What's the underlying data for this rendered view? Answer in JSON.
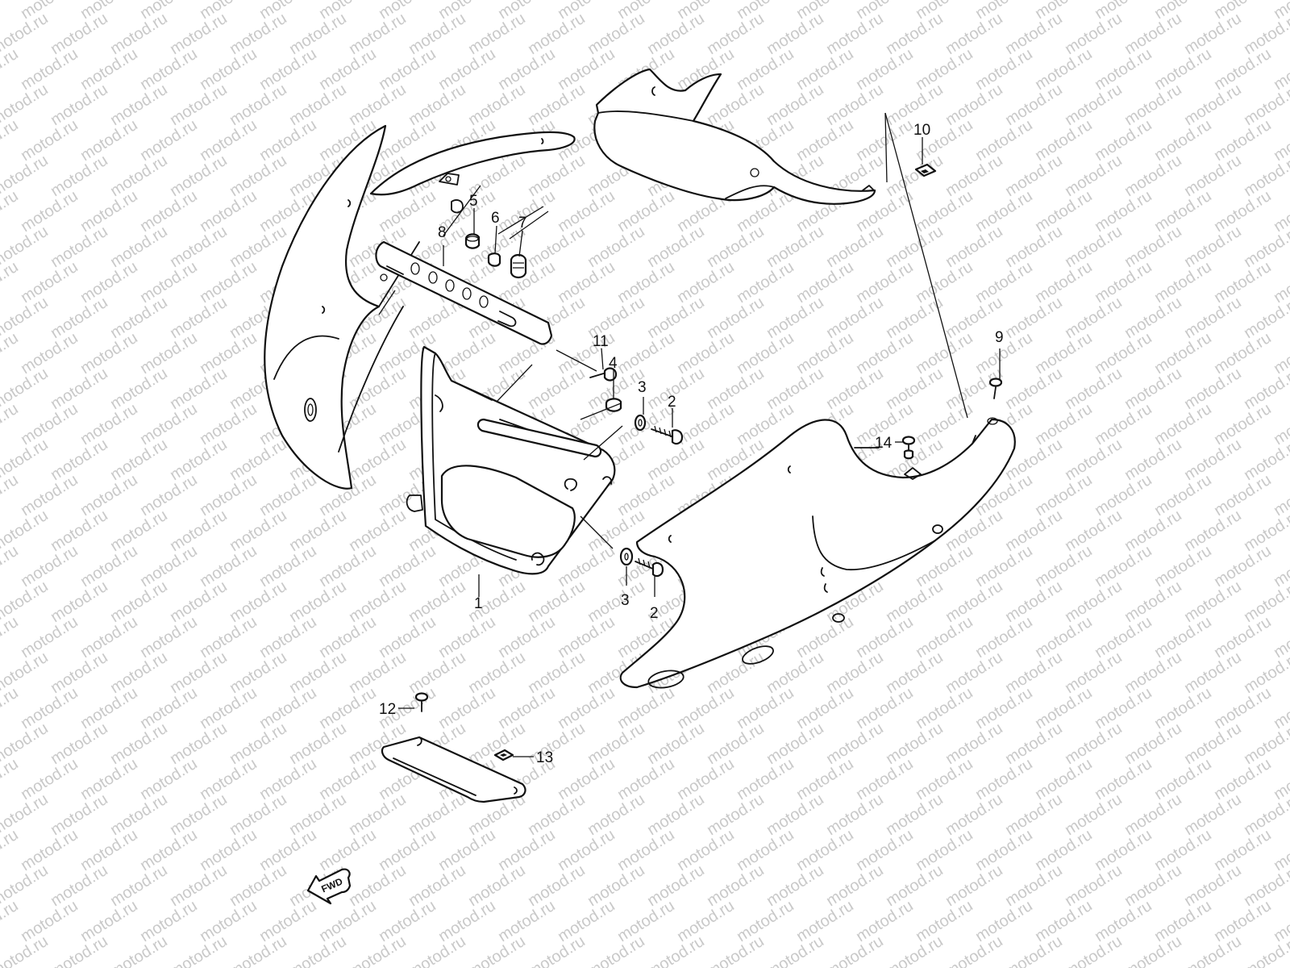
{
  "watermark": "motod.ru",
  "fwd_label": "FWD",
  "callouts": {
    "c1": "1",
    "c2a": "2",
    "c2b": "2",
    "c3a": "3",
    "c3b": "3",
    "c4": "4",
    "c5": "5",
    "c6": "6",
    "c7": "7",
    "c8": "8",
    "c9": "9",
    "c10": "10",
    "c11": "11",
    "c12": "12",
    "c13": "13",
    "c14": "14"
  }
}
